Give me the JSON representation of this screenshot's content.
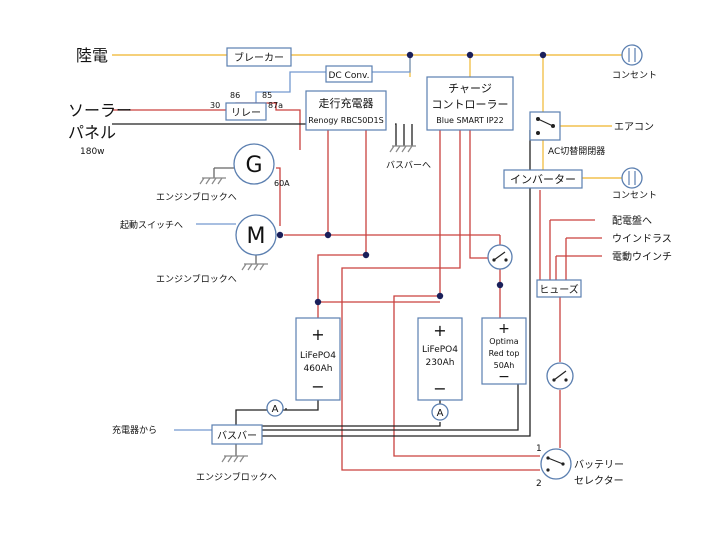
{
  "labels": {
    "shore_power": "陸電",
    "solar_line1": "ソーラー",
    "solar_line2": "パネル",
    "solar_watt": "180w",
    "breaker": "ブレーカー",
    "dc_conv": "DC Conv.",
    "relay": "リレー",
    "pin86": "86",
    "pin85": "85",
    "pin30": "30",
    "pin87a": "87a",
    "charger_title": "走行充電器",
    "charger_model": "Renogy RBC50D1S",
    "cc_line1": "チャージ",
    "cc_line2": "コントローラー",
    "cc_model": "Blue SMART IP22",
    "outlet1": "コンセント",
    "aircon": "エアコン",
    "ac_switch": "AC切替開閉器",
    "busbar_to": "バスバーへ",
    "inverter": "インバーター",
    "outlet2": "コンセント",
    "generator": "G",
    "gen_amp": "60A",
    "engine_block1": "エンジンブロックへ",
    "starter_switch": "起動スイッチへ",
    "motor": "M",
    "engine_block2": "エンジンブロックへ",
    "to_panel": "配電盤へ",
    "windlass": "ウインドラス",
    "winch": "電動ウインチ",
    "fuse": "ヒューズ",
    "bat1_plus": "+",
    "bat1_line1": "LiFePO4",
    "bat1_line2": "460Ah",
    "bat1_minus": "−",
    "bat2_plus": "+",
    "bat2_line1": "LiFePO4",
    "bat2_line2": "230Ah",
    "bat2_minus": "−",
    "bat3_plus": "+",
    "bat3_line1": "Optima",
    "bat3_line2": "Red top",
    "bat3_line3": "50Ah",
    "bat3_minus": "−",
    "ammeter1": "A",
    "ammeter2": "A",
    "charger_from": "充電器から",
    "busbar": "バスバー",
    "engine_block3": "エンジンブロックへ",
    "selector_1": "1",
    "selector_2": "2",
    "selector_line1": "バッテリー",
    "selector_line2": "セレクター"
  },
  "colors": {
    "ac_wire": "#f2c14e",
    "control_wire": "#7399cf",
    "positive_wire": "#c9413f",
    "negative_wire": "#222222",
    "box_stroke": "#5b7fb0",
    "node": "#1a1f5a"
  }
}
